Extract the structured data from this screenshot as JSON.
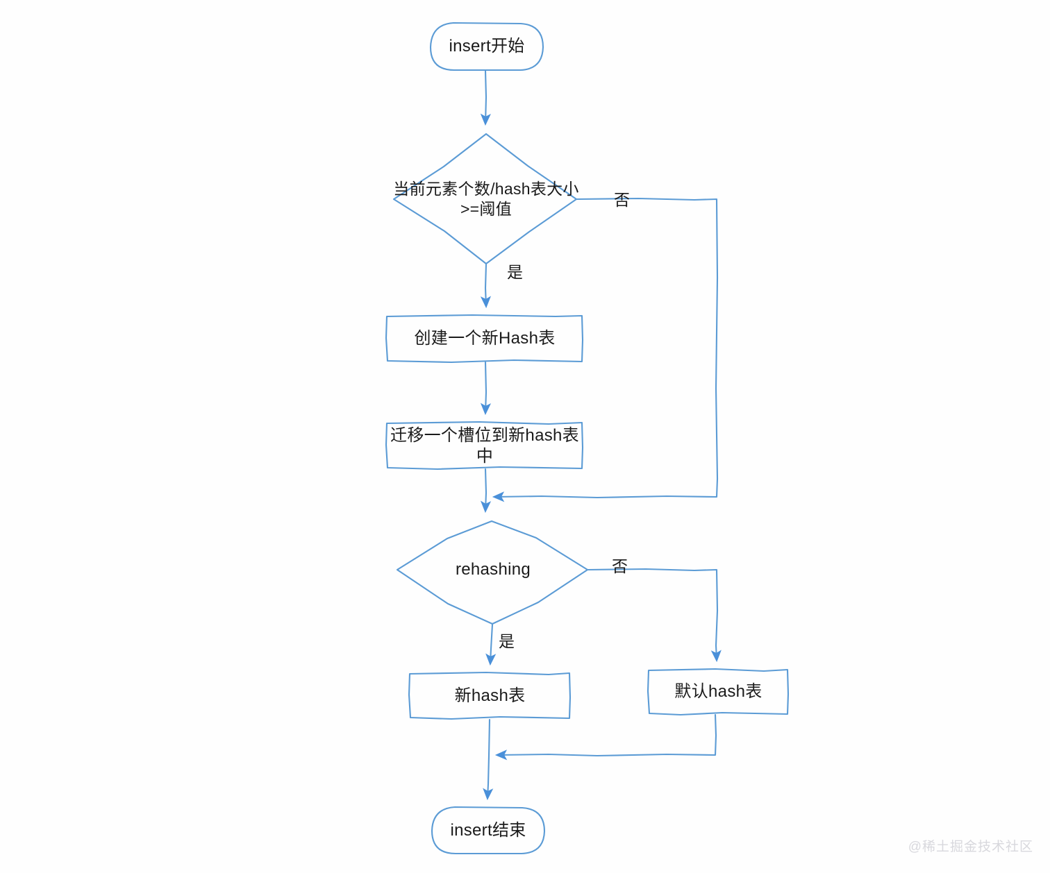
{
  "diagram": {
    "title": "insert flowchart",
    "accent_color": "#4a90d9",
    "stroke_color": "#5b9bd5",
    "text_color": "#1a1a1a",
    "background_color": "#fefefe",
    "watermark": "@稀土掘金技术社区",
    "nodes": [
      {
        "id": "start",
        "shape": "terminator",
        "label": "insert开始"
      },
      {
        "id": "cond1",
        "shape": "decision",
        "label": "当前元素个数/hash表大小\n>=阈值"
      },
      {
        "id": "create",
        "shape": "process",
        "label": "创建一个新Hash表"
      },
      {
        "id": "migrate",
        "shape": "process",
        "label": "迁移一个槽位到新hash表中"
      },
      {
        "id": "cond2",
        "shape": "decision",
        "label": "rehashing"
      },
      {
        "id": "newtable",
        "shape": "process",
        "label": "新hash表"
      },
      {
        "id": "deftable",
        "shape": "process",
        "label": "默认hash表"
      },
      {
        "id": "end",
        "shape": "terminator",
        "label": "insert结束"
      }
    ],
    "edges": [
      {
        "id": "e1",
        "from": "start",
        "to": "cond1",
        "label": ""
      },
      {
        "id": "e2",
        "from": "cond1",
        "to": "create",
        "label": "是"
      },
      {
        "id": "e3",
        "from": "cond1",
        "to": "cond2",
        "label": "否"
      },
      {
        "id": "e4",
        "from": "create",
        "to": "migrate",
        "label": ""
      },
      {
        "id": "e5",
        "from": "migrate",
        "to": "cond2",
        "label": ""
      },
      {
        "id": "e6",
        "from": "cond2",
        "to": "newtable",
        "label": "是"
      },
      {
        "id": "e7",
        "from": "cond2",
        "to": "deftable",
        "label": "否"
      },
      {
        "id": "e8",
        "from": "newtable",
        "to": "end",
        "label": ""
      },
      {
        "id": "e9",
        "from": "deftable",
        "to": "end",
        "label": ""
      }
    ]
  }
}
